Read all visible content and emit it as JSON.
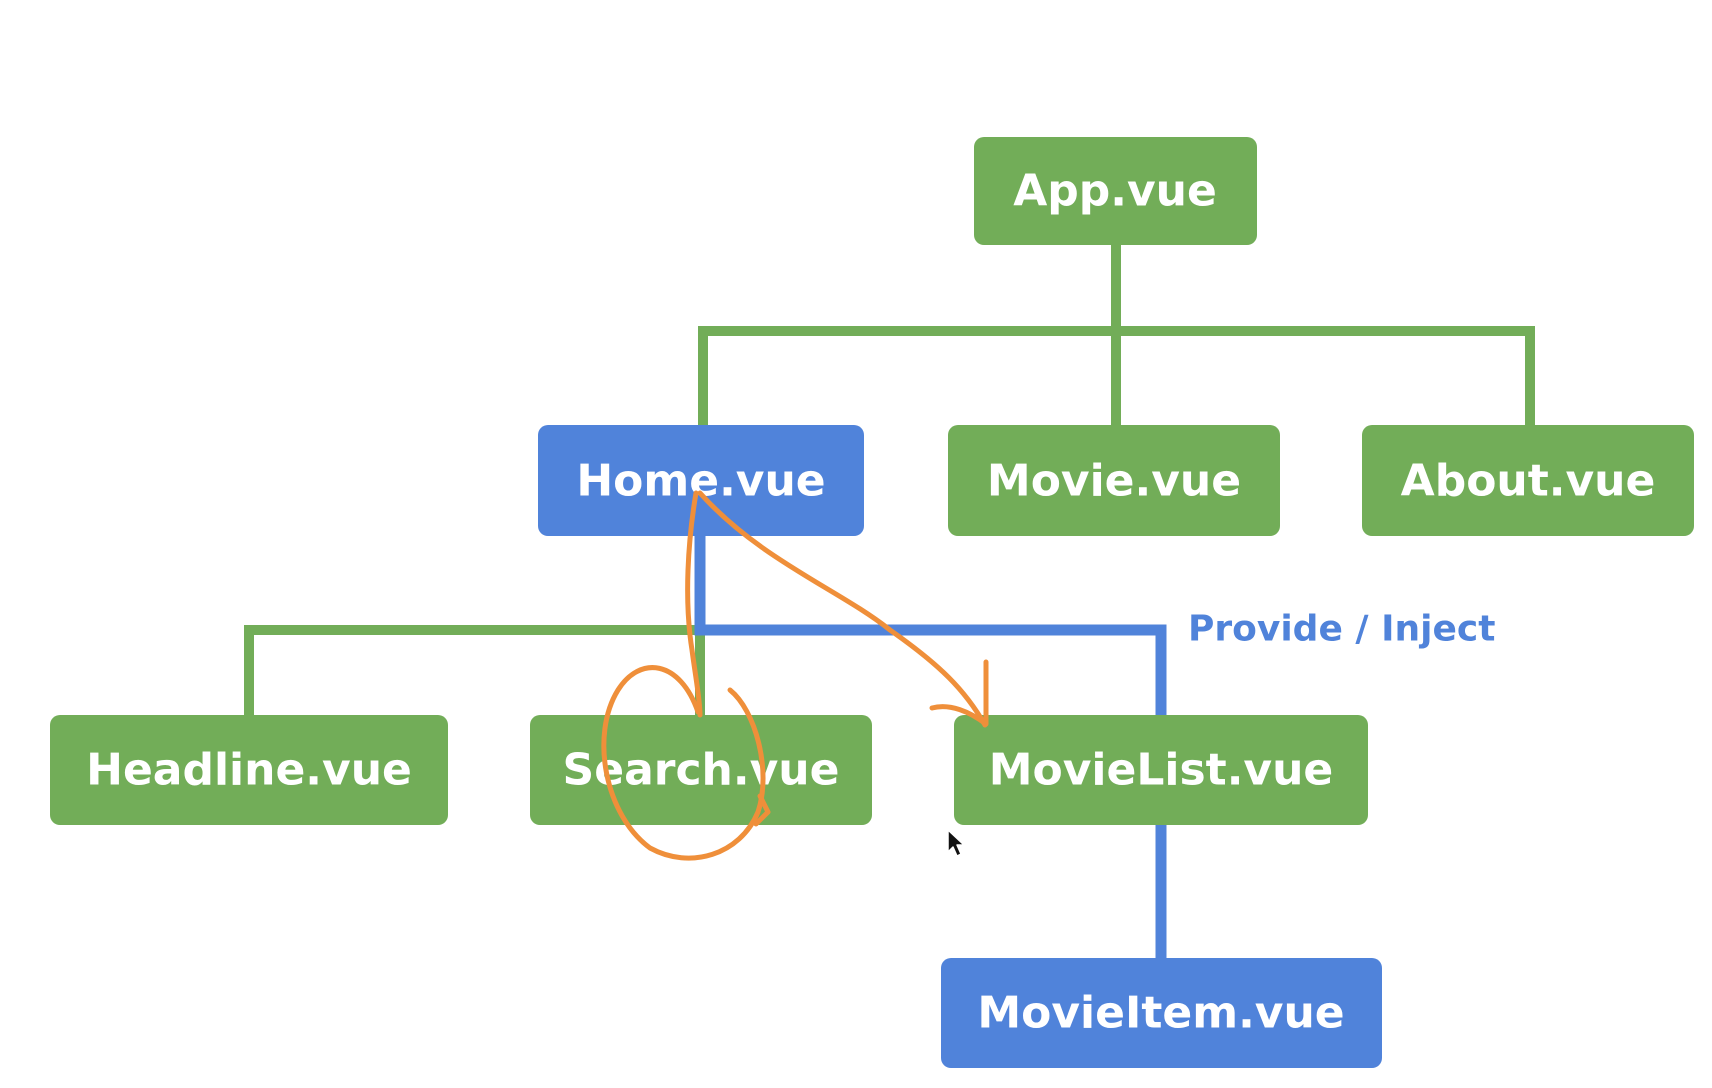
{
  "colors": {
    "green": "#72ad58",
    "blue": "#5083da",
    "orange": "#ef8f3a",
    "white": "#ffffff"
  },
  "nodes": {
    "app": {
      "label": "App.vue",
      "color": "green"
    },
    "home": {
      "label": "Home.vue",
      "color": "blue"
    },
    "movie": {
      "label": "Movie.vue",
      "color": "green"
    },
    "about": {
      "label": "About.vue",
      "color": "green"
    },
    "headline": {
      "label": "Headline.vue",
      "color": "green"
    },
    "search": {
      "label": "Search.vue",
      "color": "green"
    },
    "movielist": {
      "label": "MovieList.vue",
      "color": "green"
    },
    "movieitem": {
      "label": "MovieItem.vue",
      "color": "blue"
    }
  },
  "annotation": {
    "label": "Provide / Inject",
    "color": "blue"
  },
  "cursor_icon": "mouse-pointer-icon"
}
